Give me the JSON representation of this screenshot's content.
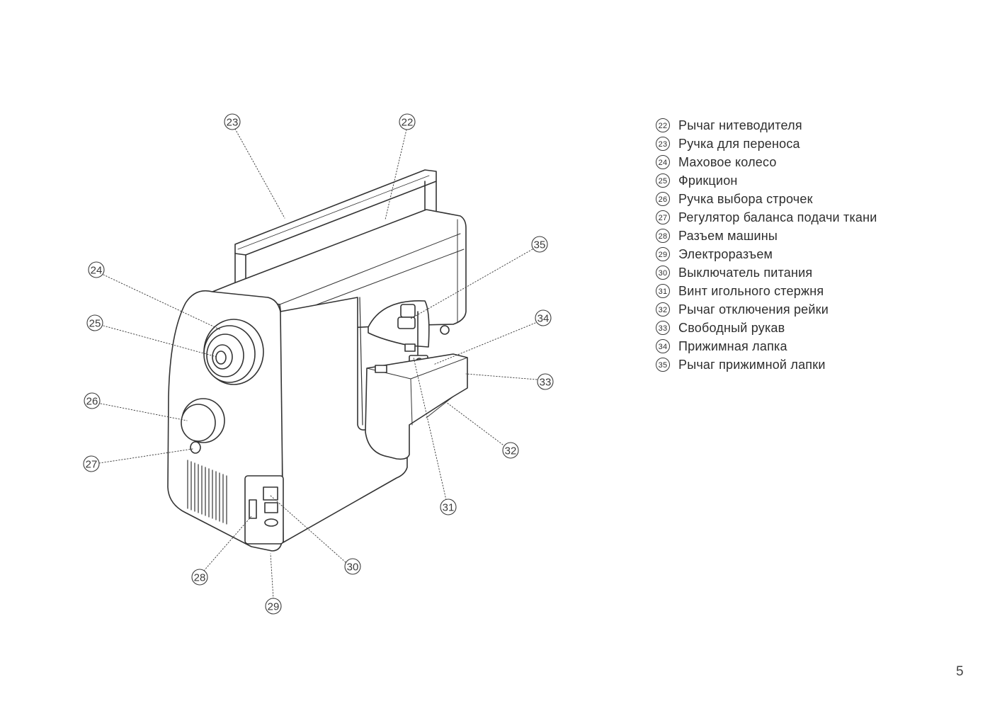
{
  "callouts": [
    "23",
    "22",
    "35",
    "24",
    "25",
    "34",
    "33",
    "26",
    "32",
    "27",
    "31",
    "30",
    "28",
    "29"
  ],
  "legend": [
    {
      "num": "22",
      "label": "Рычаг нитеводителя"
    },
    {
      "num": "23",
      "label": "Ручка для переноса"
    },
    {
      "num": "24",
      "label": "Маховое колесо"
    },
    {
      "num": "25",
      "label": "Фрикцион"
    },
    {
      "num": "26",
      "label": "Ручка выбора строчек"
    },
    {
      "num": "27",
      "label": "Регулятор баланса подачи ткани"
    },
    {
      "num": "28",
      "label": "Разъем машины"
    },
    {
      "num": "29",
      "label": "Электроразъем"
    },
    {
      "num": "30",
      "label": "Выключатель питания"
    },
    {
      "num": "31",
      "label": "Винт игольного стержня"
    },
    {
      "num": "32",
      "label": "Рычаг отключения рейки"
    },
    {
      "num": "33",
      "label": "Свободный рукав"
    },
    {
      "num": "34",
      "label": "Прижимная лапка"
    },
    {
      "num": "35",
      "label": "Рычаг прижимной лапки"
    }
  ],
  "page_number": "5"
}
